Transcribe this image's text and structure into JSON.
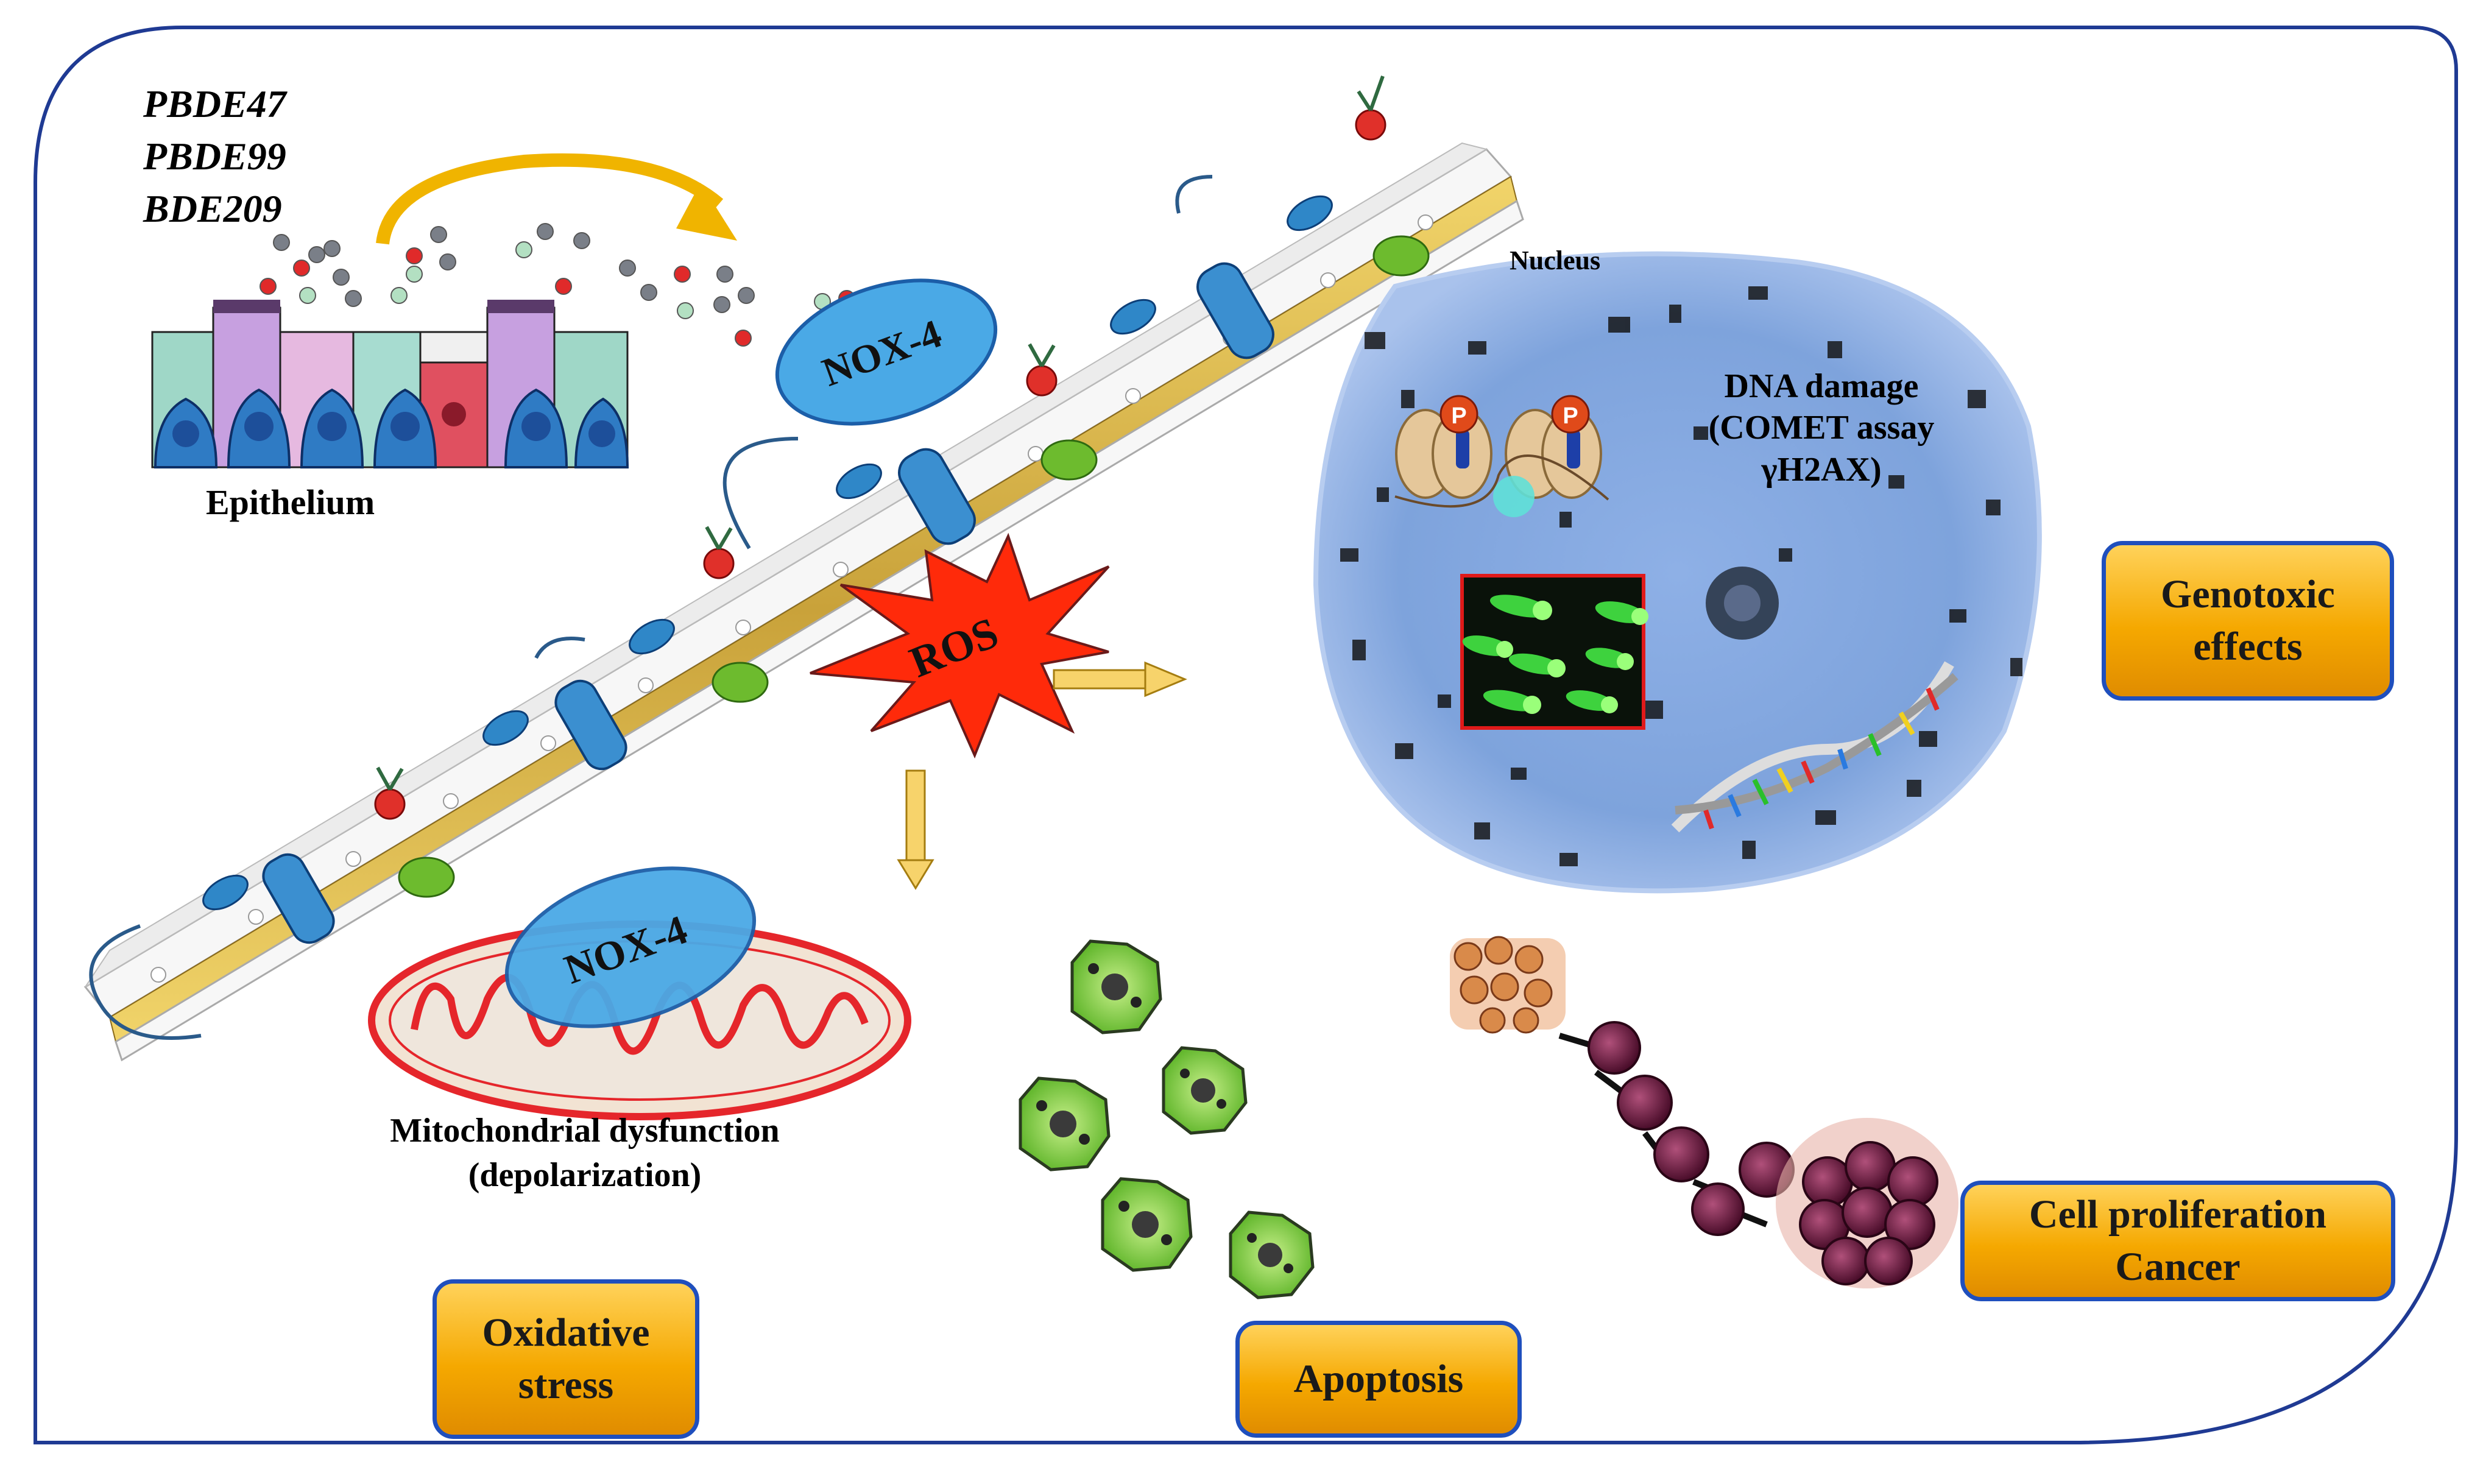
{
  "compounds": [
    "PBDE47",
    "PBDE99",
    "BDE209"
  ],
  "labels": {
    "epithelium": "Epithelium",
    "nox_top": "NOX-4",
    "nox_bottom": "NOX-4",
    "ros": "ROS",
    "nucleus": "Nucleus",
    "dna_damage": [
      "DNA damage",
      "(COMET assay",
      "γH2AX)"
    ],
    "mitochondria": [
      "Mitochondrial dysfunction",
      "(depolarization)"
    ],
    "phospho": "P"
  },
  "boxes": {
    "genotoxic": [
      "Genotoxic",
      "effects"
    ],
    "oxidative": [
      "Oxidative",
      "stress"
    ],
    "apoptosis": [
      "Apoptosis"
    ],
    "cancer": [
      "Cell proliferation",
      "Cancer"
    ]
  },
  "colors": {
    "frame": "#1f3a93",
    "box_border": "#1f4fbd",
    "box_fill": "#f5a800",
    "nox_fill": "#4aa9e6",
    "ros_fill": "#ff2a0a",
    "nucleus_fill": "#7fa6df",
    "mito_border": "#e5262b",
    "arrow": "#f0b400",
    "apoptotic_cell": "#7fd63a",
    "cancer_cell": "#6a1a3c"
  }
}
